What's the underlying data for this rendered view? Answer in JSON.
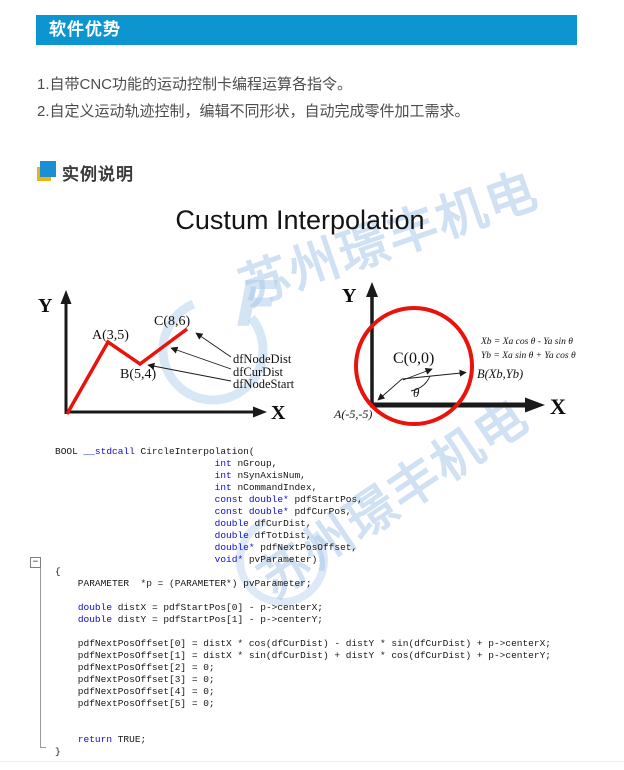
{
  "header": {
    "title": "软件优势"
  },
  "content": {
    "bullets": [
      "1.自带CNC功能的运动控制卡编程运算各指令。",
      "2.自定义运动轨迹控制，编辑不同形状，自动完成零件加工需求。"
    ],
    "section_title": "实例说明",
    "figure_title": "Custum Interpolation"
  },
  "watermark": {
    "text": "苏州璟丰机电",
    "logo_letter": "F"
  },
  "colors": {
    "header_bg": "#0d95d0",
    "section_icon_blue": "#1b8fd2",
    "section_icon_yellow": "#eeb114",
    "diagram_red": "#e8130c",
    "keyword_blue": "#0a0ad8",
    "watermark_blue": "#a9c9e9"
  },
  "diagram_left": {
    "y_label": "Y",
    "x_label": "X",
    "point_a": "A(3,5)",
    "point_b": "B(5,4)",
    "point_c": "C(8,6)",
    "annotations": [
      "dfNodeDist",
      "dfCurDist",
      "dfNodeStart"
    ]
  },
  "diagram_right": {
    "y_label": "Y",
    "x_label": "X",
    "center_label": "C(0,0)",
    "a_label": "A(-5,-5)",
    "b_label": "B(Xb,Yb)",
    "theta": "θ",
    "formula_1": "Xb = Xa cos θ - Ya sin θ",
    "formula_2": "Yb = Xa sin θ + Ya cos θ"
  },
  "code": {
    "lines": [
      [
        [
          "p",
          "BOOL "
        ],
        [
          "k",
          "__stdcall"
        ],
        [
          "p",
          " CircleInterpolation("
        ]
      ],
      [
        [
          "p",
          "                            "
        ],
        [
          "k",
          "int"
        ],
        [
          "p",
          " nGroup,"
        ]
      ],
      [
        [
          "p",
          "                            "
        ],
        [
          "k",
          "int"
        ],
        [
          "p",
          " nSynAxisNum,"
        ]
      ],
      [
        [
          "p",
          "                            "
        ],
        [
          "k",
          "int"
        ],
        [
          "p",
          " nCommandIndex,"
        ]
      ],
      [
        [
          "p",
          "                            "
        ],
        [
          "k",
          "const double*"
        ],
        [
          "p",
          " pdfStartPos,"
        ]
      ],
      [
        [
          "p",
          "                            "
        ],
        [
          "k",
          "const double*"
        ],
        [
          "p",
          " pdfCurPos,"
        ]
      ],
      [
        [
          "p",
          "                            "
        ],
        [
          "k",
          "double"
        ],
        [
          "p",
          " dfCurDist,"
        ]
      ],
      [
        [
          "p",
          "                            "
        ],
        [
          "k",
          "double"
        ],
        [
          "p",
          " dfTotDist,"
        ]
      ],
      [
        [
          "p",
          "                            "
        ],
        [
          "k",
          "double*"
        ],
        [
          "p",
          " pdfNextPosOffset,"
        ]
      ],
      [
        [
          "p",
          "                            "
        ],
        [
          "k",
          "void*"
        ],
        [
          "p",
          " pvParameter)"
        ]
      ],
      [
        [
          "p",
          "{"
        ]
      ],
      [
        [
          "p",
          "    PARAMETER  *p = (PARAMETER*) pvParameter;"
        ]
      ],
      [],
      [
        [
          "p",
          "    "
        ],
        [
          "k",
          "double"
        ],
        [
          "p",
          " distX = pdfStartPos[0] - p->centerX;"
        ]
      ],
      [
        [
          "p",
          "    "
        ],
        [
          "k",
          "double"
        ],
        [
          "p",
          " distY = pdfStartPos[1] - p->centerY;"
        ]
      ],
      [],
      [
        [
          "p",
          "    pdfNextPosOffset[0] = distX * cos(dfCurDist) - distY * sin(dfCurDist) + p->centerX;"
        ]
      ],
      [
        [
          "p",
          "    pdfNextPosOffset[1] = distX * sin(dfCurDist) + distY * cos(dfCurDist) + p->centerY;"
        ]
      ],
      [
        [
          "p",
          "    pdfNextPosOffset[2] = 0;"
        ]
      ],
      [
        [
          "p",
          "    pdfNextPosOffset[3] = 0;"
        ]
      ],
      [
        [
          "p",
          "    pdfNextPosOffset[4] = 0;"
        ]
      ],
      [
        [
          "p",
          "    pdfNextPosOffset[5] = 0;"
        ]
      ],
      [],
      [],
      [
        [
          "p",
          "    "
        ],
        [
          "k",
          "return"
        ],
        [
          "p",
          " TRUE;"
        ]
      ],
      [
        [
          "p",
          "}"
        ]
      ]
    ]
  }
}
